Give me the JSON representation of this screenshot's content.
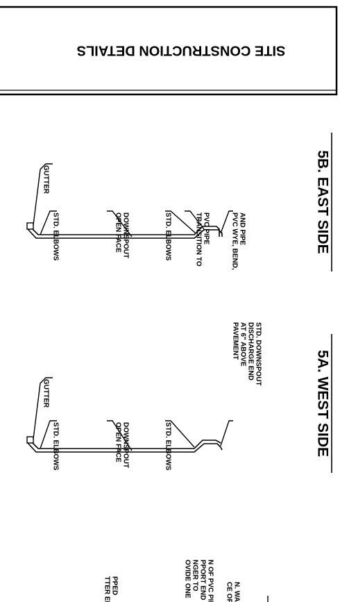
{
  "title_block": {
    "title": "SITE CONSTRUCTION DETAILS"
  },
  "east_detail": {
    "view_title": "5B.  EAST SIDE",
    "labels": {
      "gutter": "GUTTER",
      "elbows_top": "STD. ELBOWS",
      "open_face": [
        "OPEN FACE",
        "DOWNSPOUT"
      ],
      "elbows_bottom": "STD. ELBOWS",
      "transition": [
        "TRANSITION TO",
        "PVC PIPE"
      ],
      "pvc": [
        "PVC WYE, BEND,",
        "AND PIPE"
      ]
    }
  },
  "west_detail": {
    "view_title": "5A.  WEST SIDE",
    "labels": {
      "gutter": "GUTTER",
      "elbows_top": "STD. ELBOWS",
      "open_face": [
        "OPEN FACE",
        "DOWNSPOUT"
      ],
      "elbows_bottom": "STD. ELBOWS",
      "discharge": [
        "STD. DOWNSPOUT",
        "DISCHARGE END",
        "AT 6\" ABOVE",
        "PAVEMENT"
      ]
    }
  },
  "notes_cut_off": {
    "note_1": [
      "TTER END",
      "PPED"
    ],
    "note_2": [
      "OVIDE ONE",
      "NGER TO",
      "PPORT END",
      "N OF PVC PIPE"
    ],
    "note_3": [
      "CE OF",
      "N. WALL"
    ]
  }
}
